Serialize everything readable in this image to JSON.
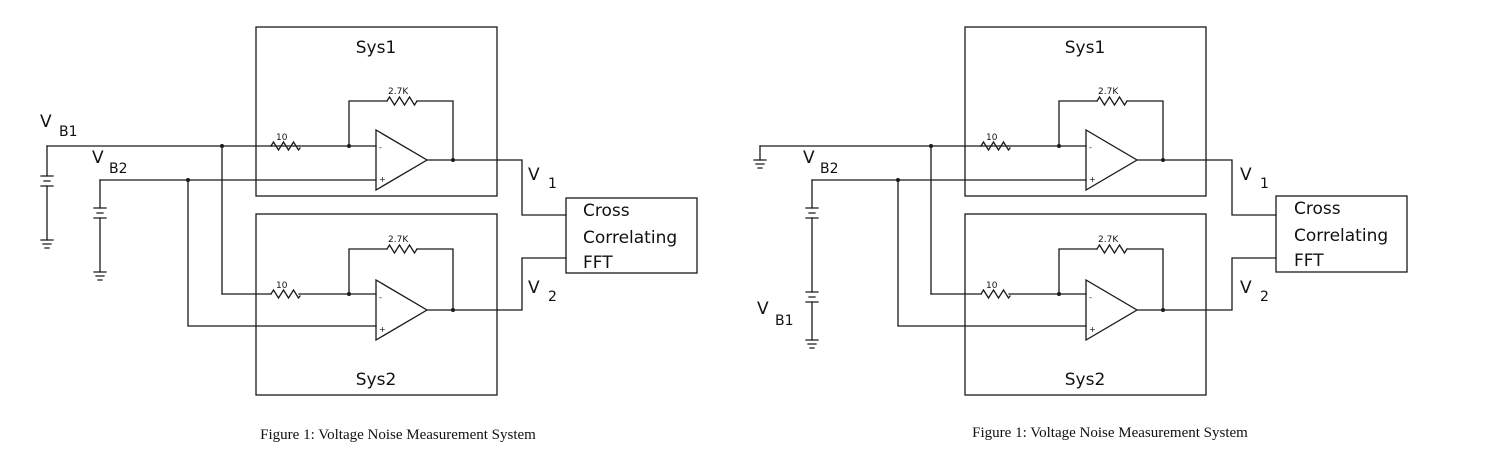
{
  "figures": [
    {
      "sys1_label": "Sys1",
      "sys2_label": "Sys2",
      "sys1_feedback_resistor": "2.7K",
      "sys2_feedback_resistor": "2.7K",
      "sys1_input_resistor": "10",
      "sys2_input_resistor": "10",
      "vb1_main": "V",
      "vb1_sub": "B1",
      "vb2_main": "V",
      "vb2_sub": "B2",
      "v1_main": "V",
      "v1_sub": "1",
      "v2_main": "V",
      "v2_sub": "2",
      "fft_line1": "Cross",
      "fft_line2": "Correlating",
      "fft_line3": "FFT",
      "caption": "Figure 1: Voltage Noise Measurement System"
    },
    {
      "sys1_label": "Sys1",
      "sys2_label": "Sys2",
      "sys1_feedback_resistor": "2.7K",
      "sys2_feedback_resistor": "2.7K",
      "sys1_input_resistor": "10",
      "sys2_input_resistor": "10",
      "vb1_main": "V",
      "vb1_sub": "B1",
      "vb2_main": "V",
      "vb2_sub": "B2",
      "v1_main": "V",
      "v1_sub": "1",
      "v2_main": "V",
      "v2_sub": "2",
      "fft_line1": "Cross",
      "fft_line2": "Correlating",
      "fft_line3": "FFT",
      "caption": "Figure 1: Voltage Noise Measurement System"
    }
  ]
}
